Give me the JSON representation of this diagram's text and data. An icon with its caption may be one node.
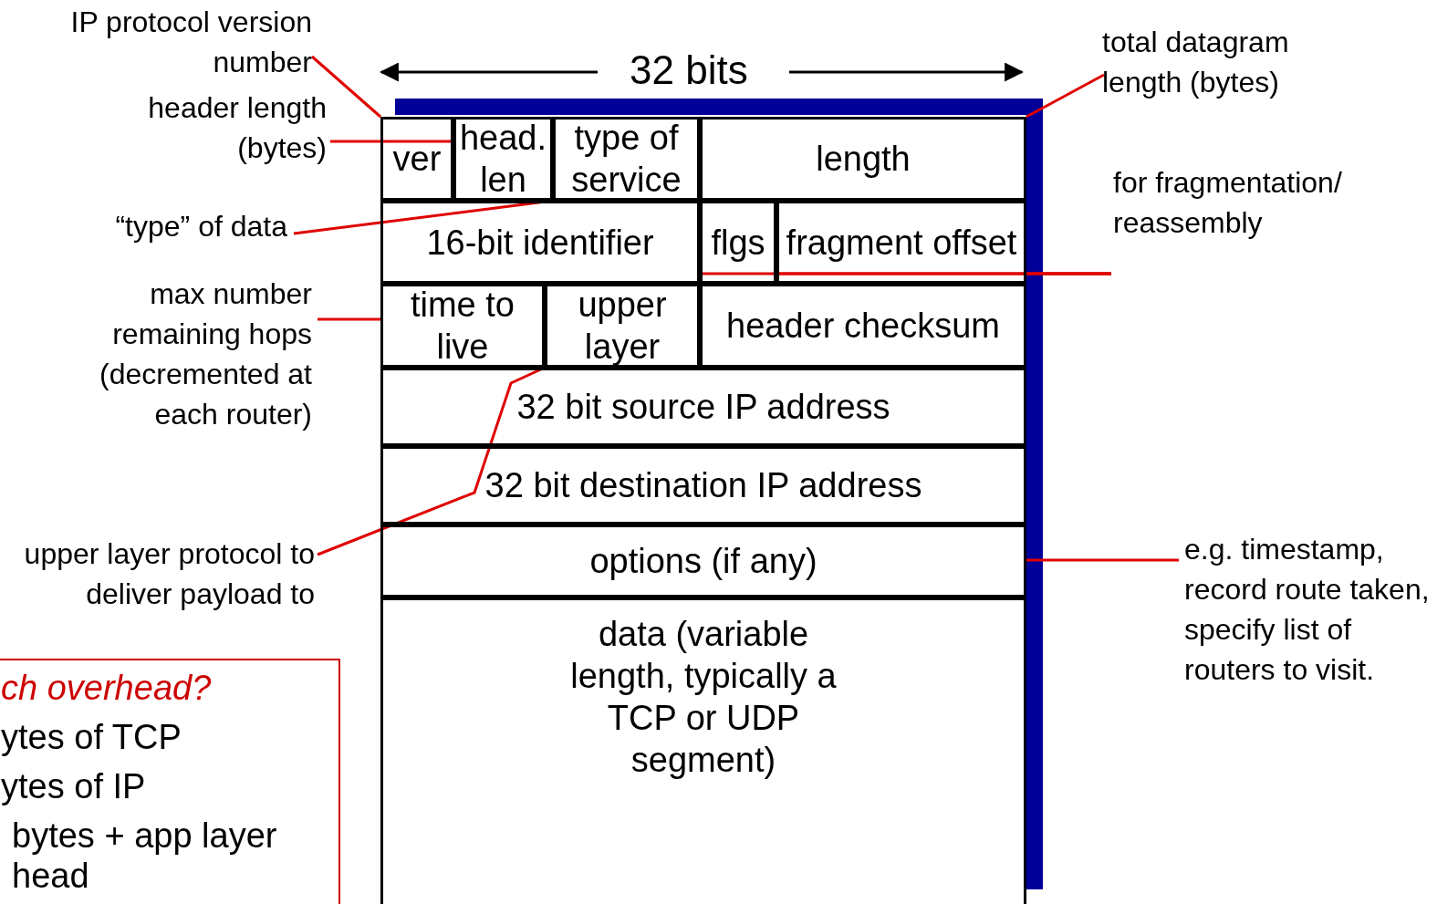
{
  "diagram": {
    "nodes": [
      {
        "text": [
          "IP protocol version number"
        ]
      },
      {
        "text": [
          "header length (bytes)"
        ]
      },
      {
        "text": [
          "“type” of data"
        ]
      },
      {
        "text": [
          "max number remaining hops (decremented at each router)"
        ]
      },
      {
        "text": [
          "upper layer protocol to deliver payload to"
        ]
      },
      {
        "text": [
          "total datagram length (bytes)"
        ]
      },
      {
        "text": [
          "for fragmentation/ reassembly"
        ]
      },
      {
        "text": [
          "e.g. timestamp, record route taken, specify list of routers to visit."
        ]
      },
      {
        "text": [
          "ver"
        ]
      },
      {
        "text": [
          "head. len"
        ]
      },
      {
        "text": [
          "type of service"
        ]
      },
      {
        "text": [
          "length"
        ]
      },
      {
        "text": [
          "16-bit identifier"
        ]
      },
      {
        "text": [
          "flgs"
        ]
      },
      {
        "text": [
          "fragment offset"
        ]
      },
      {
        "text": [
          "time to live"
        ]
      },
      {
        "text": [
          "upper layer"
        ]
      },
      {
        "text": [
          "header checksum"
        ]
      },
      {
        "text": [
          "32 bit source IP address"
        ]
      },
      {
        "text": [
          "32 bit destination IP address"
        ]
      },
      {
        "text": [
          "options (if any)"
        ]
      },
      {
        "text": [
          "data (variable length, typically a TCP or UDP segment)"
        ]
      },
      {
        "text": [
          "ch overhead?",
          "ytes of TCP",
          "ytes of IP",
          "bytes + app layer head"
        ]
      }
    ],
    "edges": [
      {
        "from": 0,
        "to": 8,
        "arrow": "none"
      },
      {
        "from": 1,
        "to": 9,
        "arrow": "none"
      },
      {
        "from": 2,
        "to": 10,
        "arrow": "none"
      },
      {
        "from": 3,
        "to": 15,
        "arrow": "none"
      },
      {
        "from": 4,
        "to": 16,
        "arrow": "none"
      },
      {
        "from": 5,
        "to": 11,
        "arrow": "none"
      },
      {
        "from": 6,
        "to": 14,
        "arrow": "none"
      },
      {
        "from": 6,
        "to": 12,
        "arrow": "none"
      },
      {
        "from": 6,
        "to": 13,
        "arrow": "none"
      },
      {
        "from": 7,
        "to": 20,
        "arrow": "none"
      }
    ],
    "labels": [
      "32 bits"
    ]
  }
}
